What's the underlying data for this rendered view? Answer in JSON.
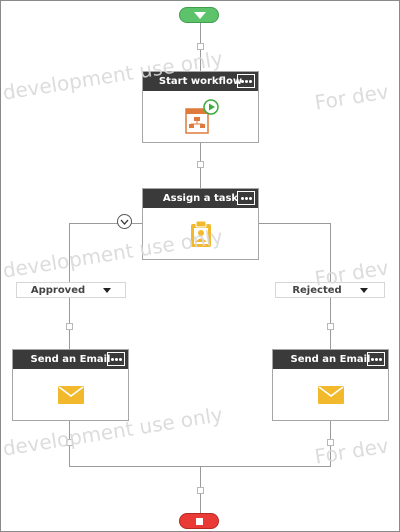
{
  "watermark": {
    "left_text": "development use only",
    "right_text": "For dev"
  },
  "flow": {
    "start_pill": {
      "icon": "triangle-down-icon",
      "color": "#5cc36a"
    },
    "end_pill": {
      "icon": "stop-square-icon",
      "color": "#ea3a35"
    },
    "start_workflow": {
      "title": "Start workflow",
      "icon": "start-workflow-icon"
    },
    "assign_task": {
      "title": "Assign a task",
      "icon": "clipboard-user-icon"
    },
    "branches": {
      "approved": {
        "label": "Approved"
      },
      "rejected": {
        "label": "Rejected"
      }
    },
    "email_left": {
      "title": "Send an Email",
      "icon": "envelope-icon"
    },
    "email_right": {
      "title": "Send an Email",
      "icon": "envelope-icon"
    }
  },
  "colors": {
    "header": "#3a3a3a",
    "accent_orange": "#e07a3a",
    "accent_gold": "#f2b92c",
    "accent_green": "#3caa3c"
  }
}
